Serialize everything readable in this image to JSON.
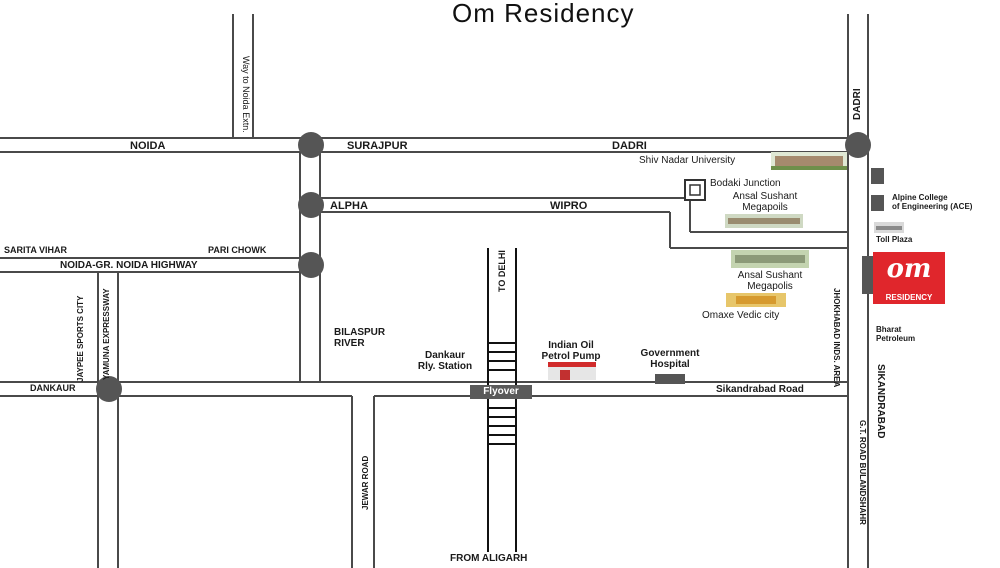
{
  "title": "Om Residency",
  "logo": {
    "mark": "om",
    "sub": "RESIDENCY"
  },
  "roads": {
    "noida": "NOIDA",
    "surajpur": "SURAJPUR",
    "dadri_road": "DADRI",
    "dadri_vertical": "DADRI",
    "way_to_noida": "Way to Noida Extn.",
    "alpha": "ALPHA",
    "wipro": "WIPRO",
    "sarita_vihar": "SARITA VIHAR",
    "pari_chowk": "PARI CHOWK",
    "highway": "NOIDA-GR. NOIDA HIGHWAY",
    "jaypee": "JAYPEE SPORTS CITY",
    "yamuna": "YAMUNA EXPRESSWAY",
    "dankaur": "DANKAUR",
    "jewar": "JEWAR ROAD",
    "from_aligarh": "FROM ALIGARH",
    "to_delhi": "TO DELHI",
    "sikandrabad_road": "Sikandrabad Road",
    "sikandrabad": "SIKANDRABAD",
    "gt_road": "G.T. ROAD BULANDSHAHR",
    "jhokhabad": "JHOKHABAD INDS. AREA",
    "flyover": "Flyover"
  },
  "places": {
    "shiv_nadar": "Shiv Nadar University",
    "bodaki": "Bodaki Junction",
    "ansal1_l1": "Ansal Sushant",
    "ansal1_l2": "Megapoils",
    "alpine_l1": "Alpine College",
    "alpine_l2": "of Engineering (ACE)",
    "toll": "Toll Plaza",
    "ansal2_l1": "Ansal Sushant",
    "ansal2_l2": "Megapolis",
    "omaxe": "Omaxe Vedic city",
    "bharat_l1": "Bharat",
    "bharat_l2": "Petroleum",
    "bilaspur_l1": "BILASPUR",
    "bilaspur_l2": "RIVER",
    "dankaur_stn_l1": "Dankaur",
    "dankaur_stn_l2": "Rly. Station",
    "indian_oil_l1": "Indian Oil",
    "indian_oil_l2": "Petrol Pump",
    "govt_l1": "Government",
    "govt_l2": "Hospital"
  },
  "colors": {
    "road_edge": "#4a4a4a",
    "junction": "#555555",
    "brand_red": "#e0262c"
  }
}
